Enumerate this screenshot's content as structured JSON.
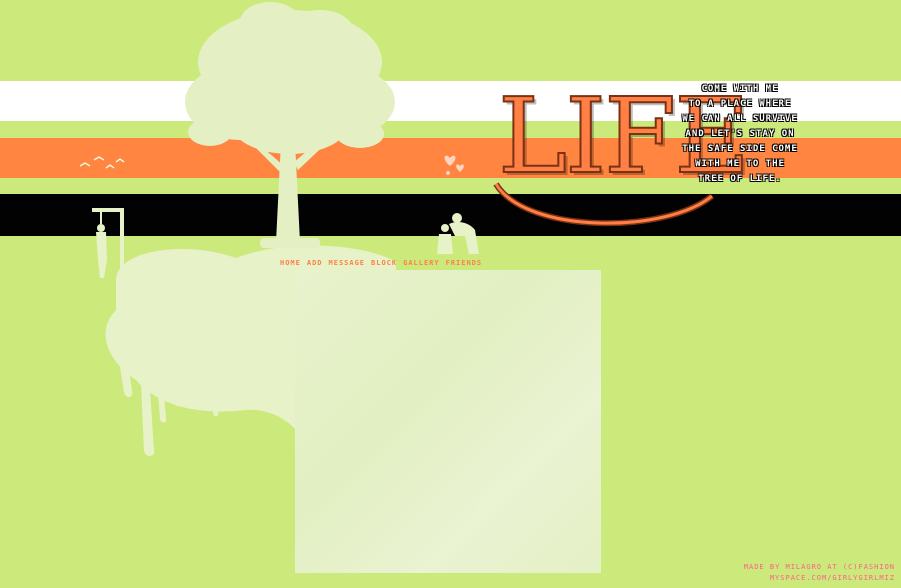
{
  "header": {
    "logo_word": "LIFE",
    "poem": "COME WITH ME\nTO A PLACE WHERE\nWE CAN ALL SURVIVE\nAND LET'S STAY ON\nTHE SAFE SIDE COME\nWITH ME TO THE\nTREE OF LIFE."
  },
  "nav": {
    "items": [
      {
        "label": "HOME"
      },
      {
        "label": "ADD"
      },
      {
        "label": "MESSAGE"
      },
      {
        "label": "BLOCK"
      },
      {
        "label": "GALLERY"
      },
      {
        "label": "FRIENDS"
      }
    ]
  },
  "footer": {
    "line1": "MADE BY MILAGRO AT (C)FASHION",
    "line2": "MYSPACE.COM/GIRLYGIRLMIZ"
  },
  "colors": {
    "background": "#ccea7c",
    "stripe_white": "#ffffff",
    "stripe_orange": "#ff8540",
    "stripe_black": "#020202",
    "accent": "#ff7f45",
    "silhouette": "#e7f2c8",
    "credit_text": "#ff5f86"
  },
  "icons": [
    "tree-graphic",
    "birds-icon",
    "hearts-icon",
    "gallows-figure",
    "couple-figure"
  ]
}
